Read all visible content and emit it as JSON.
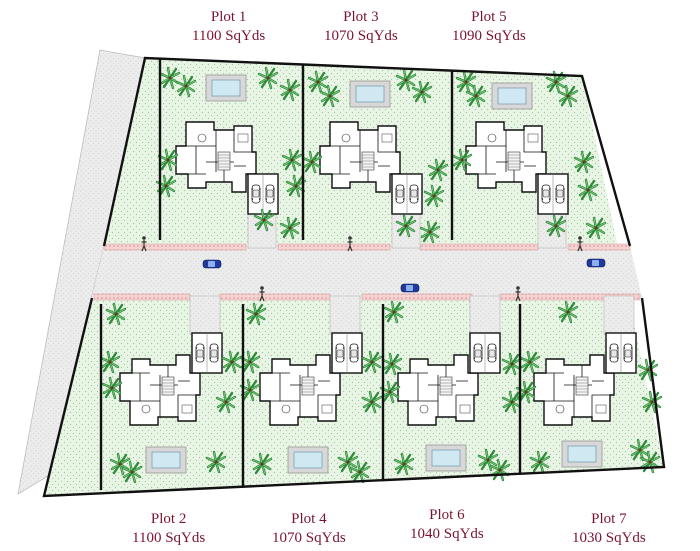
{
  "colors": {
    "label_text": "#7a1330",
    "lawn": "#e8f4e4",
    "road": "#e9e9e9",
    "boundary": "#111111",
    "hedge": "#f2c7c7",
    "pool_water": "#cfe8f2",
    "car": "#1f3a9c",
    "palm": "#2f8a3a"
  },
  "plots": [
    {
      "name": "Plot 1",
      "area": "1100 SqYds"
    },
    {
      "name": "Plot 3",
      "area": "1070 SqYds"
    },
    {
      "name": "Plot 5",
      "area": "1090 SqYds"
    },
    {
      "name": "Plot 2",
      "area": "1100 SqYds"
    },
    {
      "name": "Plot 4",
      "area": "1070 SqYds"
    },
    {
      "name": "Plot 6",
      "area": "1040 SqYds"
    },
    {
      "name": "Plot 7",
      "area": "1030 SqYds"
    }
  ]
}
